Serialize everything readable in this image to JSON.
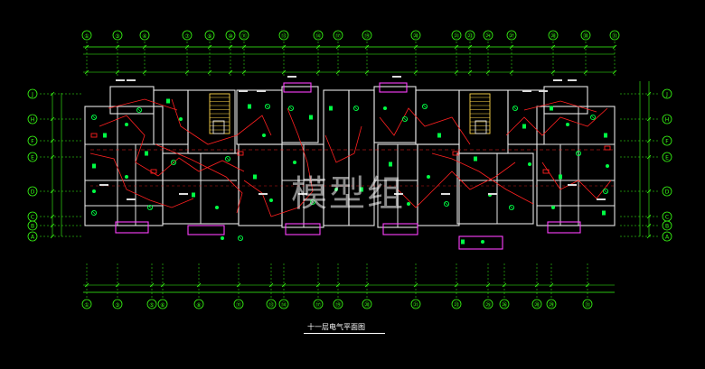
{
  "drawing": {
    "title": "十一层电气平面图",
    "watermark": "模型组",
    "top_axis_labels": [
      "①",
      "③",
      "④",
      "⑦",
      "⑨",
      "⑩",
      "⑪",
      "⑬",
      "⑭",
      "⑰",
      "⑲",
      "⑳",
      "㉑",
      "㉓",
      "㉔",
      "㉗",
      "㉘",
      "㉚",
      "㉛"
    ],
    "bottom_axis_labels": [
      "①",
      "③",
      "⑤",
      "⑥",
      "⑧",
      "⑪",
      "⑬",
      "⑭",
      "⑰",
      "⑲",
      "⑳",
      "㉑",
      "㉓",
      "㉕",
      "㉖",
      "㉘",
      "㉙",
      "㉛"
    ],
    "left_axis_labels": [
      "J",
      "H",
      "F",
      "E",
      "D",
      "C",
      "B",
      "A"
    ],
    "right_axis_labels": [
      "J",
      "H",
      "F",
      "E",
      "D",
      "C",
      "B",
      "A"
    ],
    "colors": {
      "background": "#000000",
      "axis": "#39ff14",
      "wall": "#e6e6e6",
      "wiring": "#ff2020",
      "fixture": "#00ff44",
      "balcony": "#ff40ff",
      "stair": "#ffd84a",
      "text": "#ffffff"
    }
  }
}
